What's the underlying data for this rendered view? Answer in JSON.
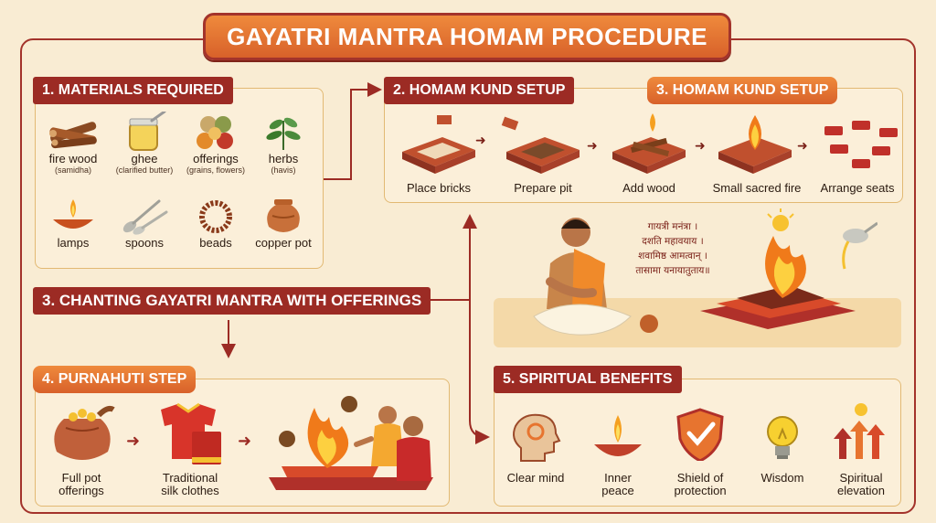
{
  "title": "GAYATRI MANTRA HOMAM PROCEDURE",
  "sections": {
    "materials": {
      "heading": "1. MATERIALS REQUIRED",
      "items": [
        {
          "label": "fire wood",
          "sub": "(samidha)",
          "icon": "firewood-icon"
        },
        {
          "label": "ghee",
          "sub": "(clarified butter)",
          "icon": "ghee-jar-icon"
        },
        {
          "label": "offerings",
          "sub": "(grains, flowers)",
          "icon": "offerings-icon"
        },
        {
          "label": "herbs",
          "sub": "(havis)",
          "icon": "herbs-icon"
        },
        {
          "label": "lamps",
          "sub": "",
          "icon": "lamp-icon"
        },
        {
          "label": "spoons",
          "sub": "",
          "icon": "spoons-icon"
        },
        {
          "label": "beads",
          "sub": "",
          "icon": "beads-icon"
        },
        {
          "label": "copper pot",
          "sub": "",
          "icon": "copper-pot-icon"
        }
      ]
    },
    "setup": {
      "heading_a": "2. HOMAM KUND SETUP",
      "heading_b": "3. HOMAM KUND SETUP",
      "steps": [
        "Place bricks",
        "Prepare pit",
        "Add wood",
        "Small sacred fire",
        "Arrange seats"
      ]
    },
    "chanting": {
      "heading": "3. CHANTING GAYATRI MANTRA WITH OFFERINGS",
      "mantra_lines": [
        "गायत्री मनंत्रा ।",
        "दशति महावयाय ।",
        "शवामिष्ठ आमत्वान् ।",
        "तासामा यनायातुताय॥"
      ]
    },
    "purnahuti": {
      "heading": "4. PURNAHUTI STEP",
      "steps": [
        {
          "line1": "Full pot",
          "line2": "offerings"
        },
        {
          "line1": "Traditional",
          "line2": "silk clothes"
        }
      ]
    },
    "benefits": {
      "heading": "5. SPIRITUAL BENEFITS",
      "items": [
        {
          "line1": "Clear mind",
          "line2": "",
          "icon": "head-icon"
        },
        {
          "line1": "Inner",
          "line2": "peace",
          "icon": "diya-icon"
        },
        {
          "line1": "Shield of",
          "line2": "protection",
          "icon": "shield-icon"
        },
        {
          "line1": "Wisdom",
          "line2": "",
          "icon": "lightbulb-icon"
        },
        {
          "line1": "Spiritual",
          "line2": "elevation",
          "icon": "up-arrows-icon"
        }
      ]
    }
  },
  "colors": {
    "background": "#f9ecd3",
    "maroon": "#9c2b24",
    "orange": "#e7742f",
    "panel_border": "#e2b973"
  }
}
